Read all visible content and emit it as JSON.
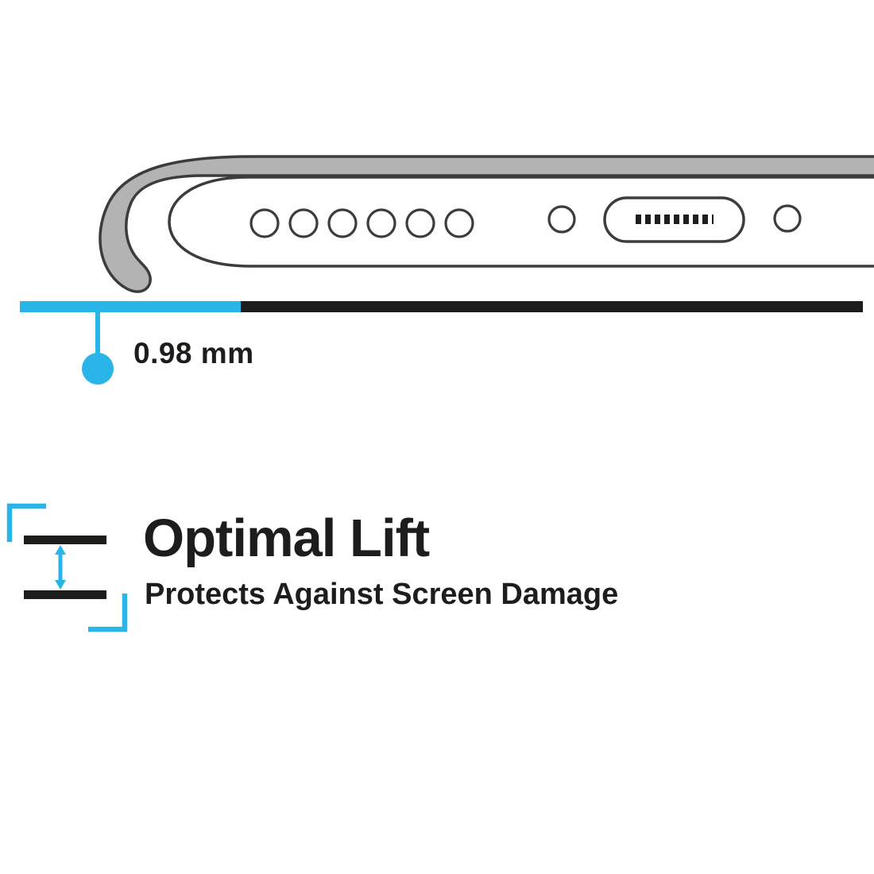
{
  "colors": {
    "accent": "#29b5e8",
    "ink": "#1d1d1b",
    "case-gray": "#b3b3b3",
    "outline": "#3c3c3b",
    "bg": "#ffffff"
  },
  "illustration": {
    "description": "Side view of phone bottom edge inside a case with raised lip",
    "speaker_hole_count": 6,
    "port": "charging-port",
    "side_holes": 2
  },
  "measurement": {
    "label": "0.98 mm"
  },
  "feature": {
    "title": "Optimal Lift",
    "subtitle": "Protects Against Screen Damage"
  },
  "icons": {
    "lift_gap": "lift-gap-icon",
    "arrow": "arrow-up-down-icon",
    "phone": "phone-case-bottom-illustration"
  }
}
